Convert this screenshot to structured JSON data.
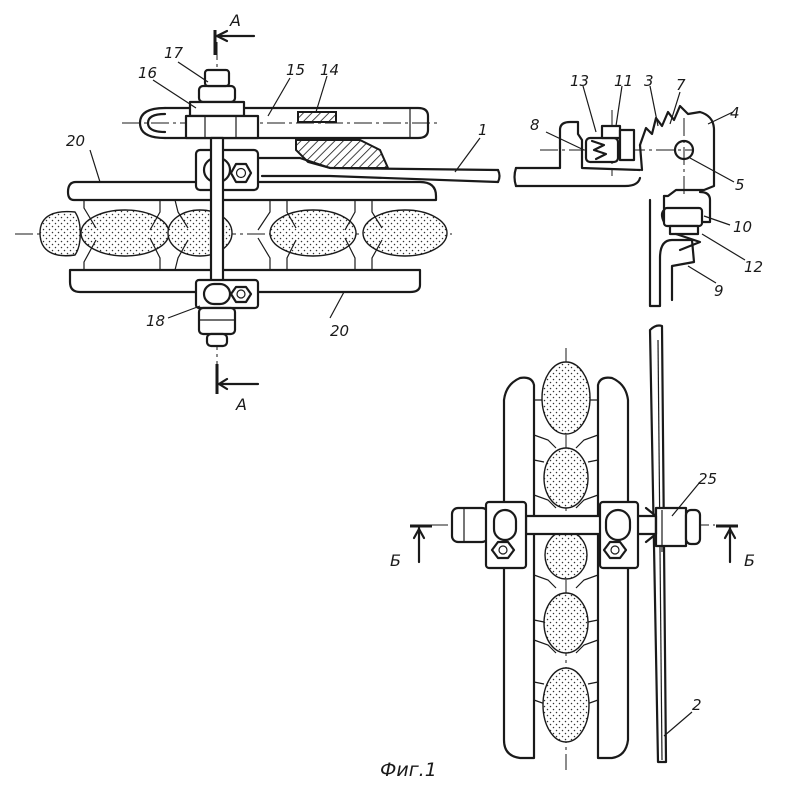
{
  "caption": "Фиг.1",
  "section_marks": {
    "a": "А",
    "b": "Б"
  },
  "labels": {
    "l1": "1",
    "l2": "2",
    "l3": "3",
    "l4": "4",
    "l5": "5",
    "l7": "7",
    "l8": "8",
    "l9": "9",
    "l10": "10",
    "l11": "11",
    "l12": "12",
    "l13": "13",
    "l14": "14",
    "l15": "15",
    "l16": "16",
    "l17": "17",
    "l18": "18",
    "l20a": "20",
    "l20b": "20",
    "l25": "25"
  }
}
